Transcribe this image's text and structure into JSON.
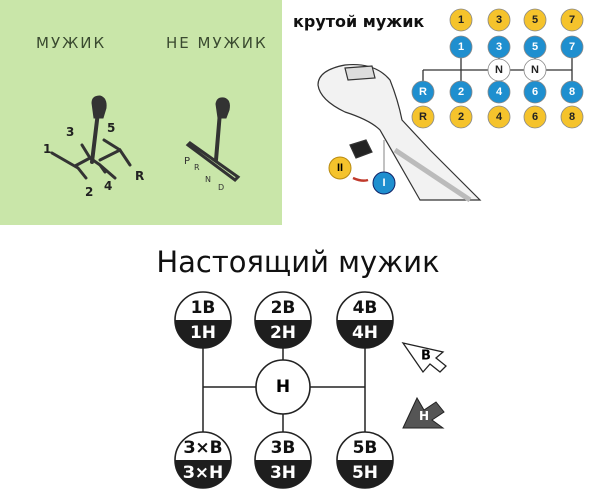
{
  "panel_left": {
    "label_manual": "МУЖИК",
    "label_auto": "НЕ МУЖИК",
    "manual_gears": [
      "1",
      "2",
      "3",
      "4",
      "5",
      "R"
    ],
    "auto_gears": [
      "P",
      "R",
      "N",
      "D"
    ],
    "background": "#c9e6a9"
  },
  "panel_right": {
    "title": "крутой мужик",
    "top_row": [
      "1",
      "3",
      "5",
      "7"
    ],
    "upper_blue_row": [
      "1",
      "3",
      "5",
      "7"
    ],
    "neutral": [
      "N",
      "N"
    ],
    "lower_blue_row": [
      "R",
      "2",
      "4",
      "6",
      "8"
    ],
    "bottom_row": [
      "R",
      "2",
      "4",
      "6",
      "8"
    ],
    "range_switch": [
      "II",
      "I"
    ],
    "yellow": "#f5c32c",
    "blue": "#1f8fcf"
  },
  "panel_bottom": {
    "title": "Настоящий мужик",
    "top_circles": [
      {
        "upper": "1В",
        "lower": "1Н"
      },
      {
        "upper": "2В",
        "lower": "2Н"
      },
      {
        "upper": "4В",
        "lower": "4Н"
      }
    ],
    "center": "Н",
    "bottom_circles": [
      {
        "upper": "З×В",
        "lower": "З×Н"
      },
      {
        "upper": "3В",
        "lower": "3Н"
      },
      {
        "upper": "5В",
        "lower": "5Н"
      }
    ],
    "arrow_up_label": "В",
    "arrow_down_label": "Н"
  }
}
